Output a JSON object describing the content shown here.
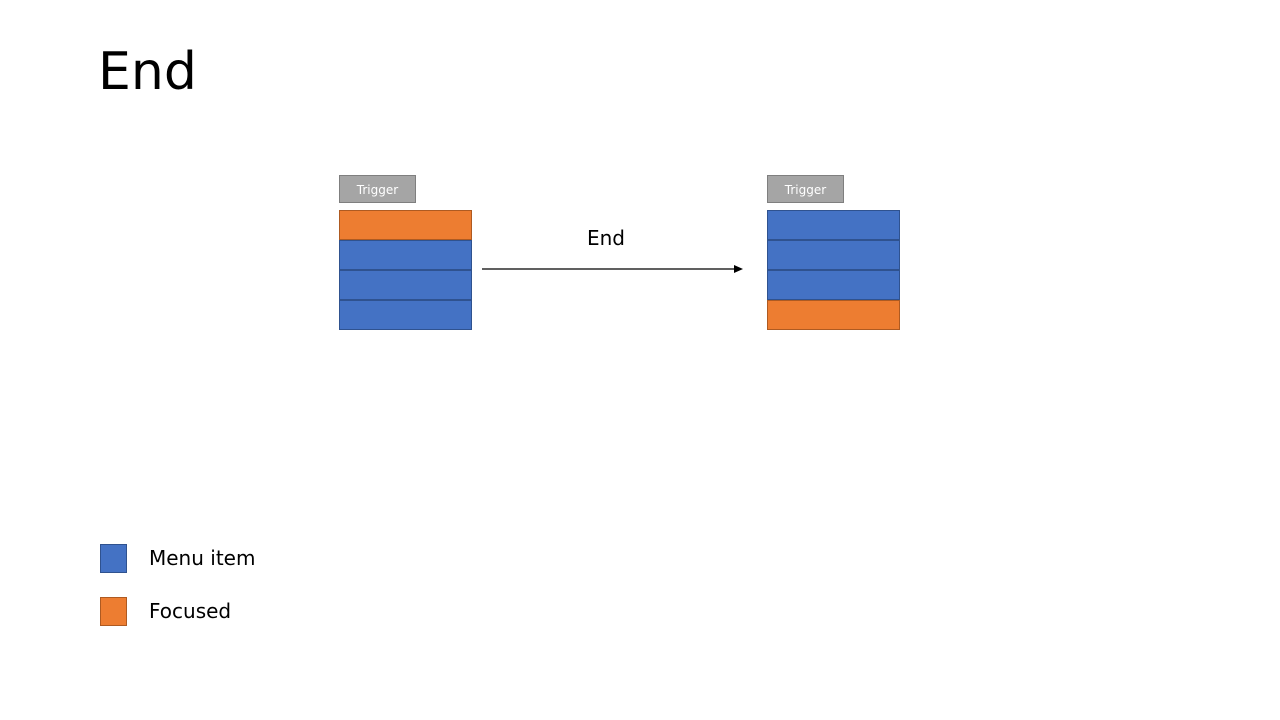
{
  "slide": {
    "title": "End"
  },
  "before": {
    "trigger_label": "Trigger",
    "items": [
      "focused",
      "item",
      "item",
      "item"
    ]
  },
  "transition": {
    "key_label": "End"
  },
  "after": {
    "trigger_label": "Trigger",
    "items": [
      "item",
      "item",
      "item",
      "focused"
    ]
  },
  "legend": {
    "menu_item_label": "Menu item",
    "focused_label": "Focused"
  },
  "colors": {
    "menu_item": "#4472c4",
    "focused": "#ed7d31",
    "trigger": "#a5a5a5"
  }
}
